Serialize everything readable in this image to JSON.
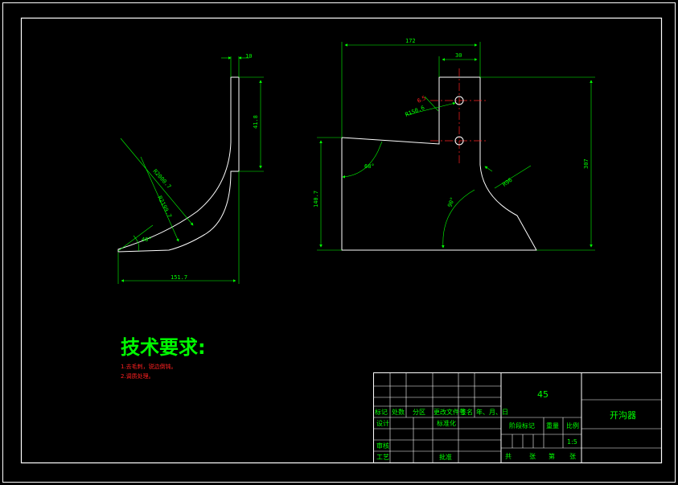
{
  "left_view": {
    "dims": {
      "thickness": "10",
      "height": "41.8",
      "radius_outer": "R2000.7",
      "radius_inner": "R2199.7",
      "angle": "40°",
      "width": "151.7"
    }
  },
  "right_view": {
    "dims": {
      "overall_width": "172",
      "tab_width": "30",
      "hole_dia": "6.5",
      "hole_pitch": "R150.6",
      "overall_height": "307",
      "left_height": "140.7",
      "angle_left": "68°",
      "angle_right": "90°",
      "radius_notch": "R96"
    }
  },
  "notes": {
    "heading": "技术要求:",
    "items": [
      "1.去毛刺，锐边倒钝。",
      "2.调质处理。"
    ]
  },
  "title_block": {
    "material": "45",
    "part_name": "开沟器",
    "headers": [
      "标记",
      "处数",
      "分区",
      "更改文件号",
      "签名",
      "年、月、日"
    ],
    "row_design": "设计",
    "row_std": "标准化",
    "row_review": "审核",
    "row_process": "工艺",
    "row_approve": "批准",
    "stage_label": "阶段标记",
    "weight_label": "重量",
    "scale_label": "比例",
    "scale_value": "1:5",
    "sheets_text": [
      "共",
      "张",
      "第",
      "张"
    ]
  }
}
